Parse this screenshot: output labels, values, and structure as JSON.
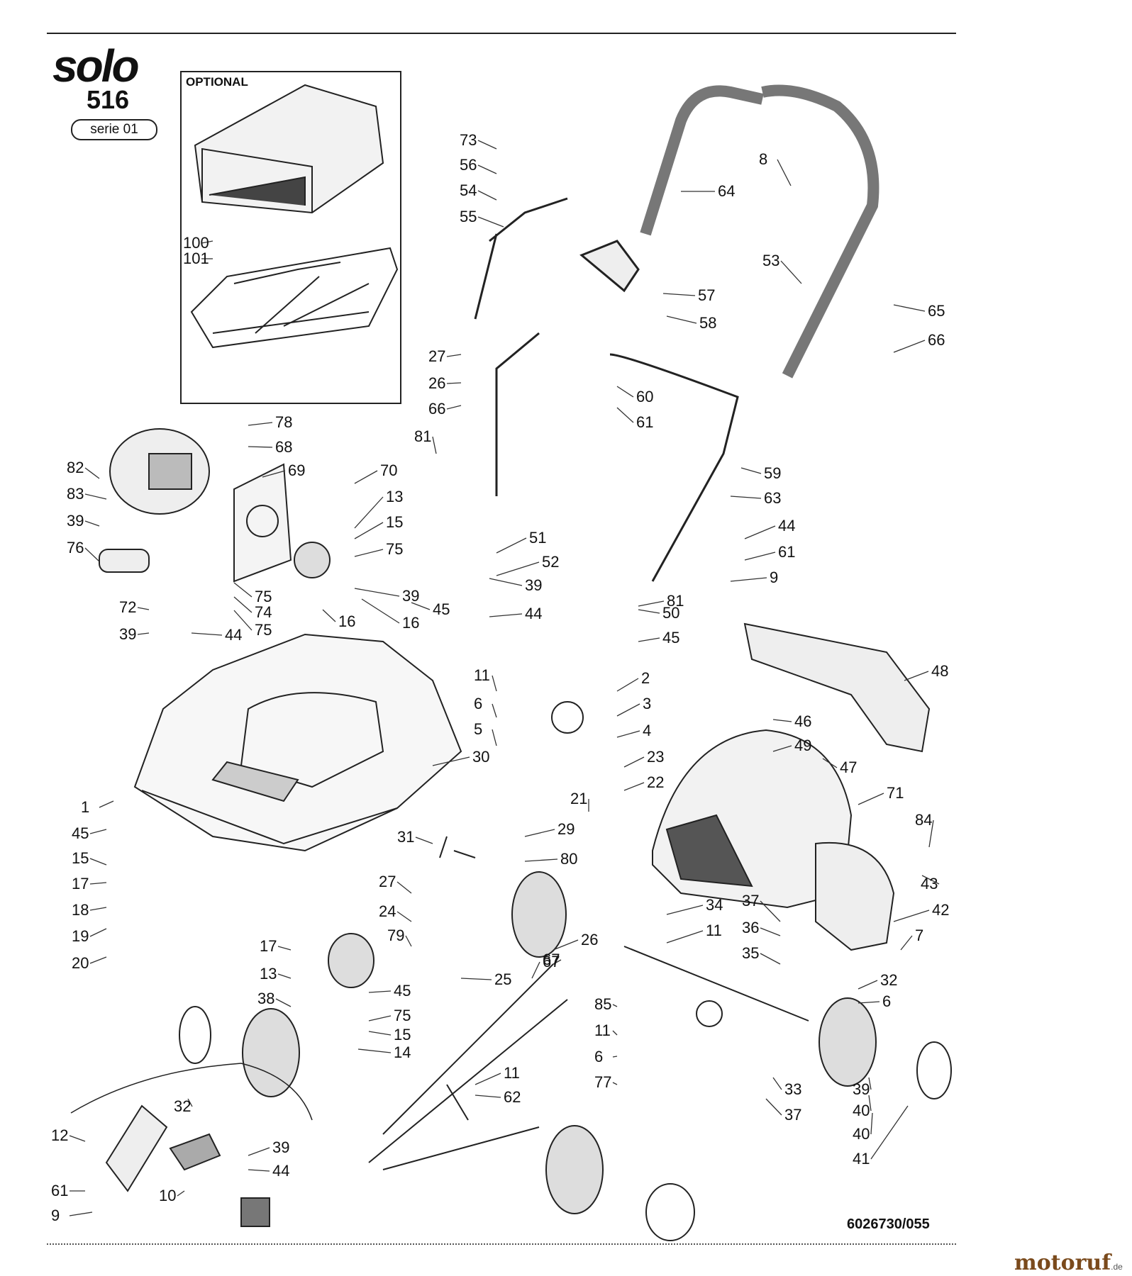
{
  "brand_logo": "solo",
  "model": "516",
  "series_label": "serie 01",
  "optional_label": "OPTIONAL",
  "document_number": "6026730/055",
  "watermark": {
    "name": "motoruf",
    "suffix": ".de",
    "color": "#7a4a1c"
  },
  "callouts": [
    "100",
    "101",
    "73",
    "56",
    "54",
    "55",
    "64",
    "8",
    "53",
    "57",
    "58",
    "65",
    "66",
    "27",
    "26",
    "66",
    "60",
    "61",
    "78",
    "68",
    "69",
    "70",
    "82",
    "83",
    "39",
    "81",
    "13",
    "15",
    "75",
    "59",
    "63",
    "51",
    "52",
    "44",
    "61",
    "9",
    "76",
    "72",
    "39",
    "44",
    "75",
    "74",
    "75",
    "16",
    "39",
    "16",
    "45",
    "39",
    "44",
    "50",
    "45",
    "81",
    "11",
    "2",
    "6",
    "3",
    "5",
    "4",
    "48",
    "30",
    "23",
    "22",
    "46",
    "49",
    "47",
    "1",
    "21",
    "71",
    "84",
    "45",
    "15",
    "17",
    "18",
    "19",
    "20",
    "31",
    "29",
    "80",
    "43",
    "27",
    "24",
    "79",
    "34",
    "11",
    "26",
    "37",
    "36",
    "35",
    "42",
    "7",
    "17",
    "13",
    "45",
    "75",
    "15",
    "14",
    "67",
    "25",
    "67",
    "38",
    "32",
    "85",
    "6",
    "11",
    "6",
    "77",
    "11",
    "62",
    "32",
    "33",
    "37",
    "39",
    "40",
    "40",
    "41",
    "39",
    "44",
    "12",
    "61",
    "10",
    "9"
  ]
}
